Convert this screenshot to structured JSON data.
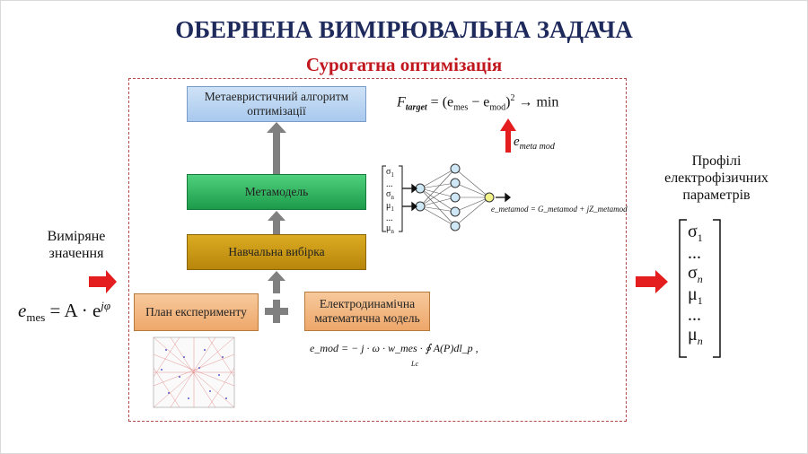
{
  "title": "ОБЕРНЕНА ВИМІРЮВАЛЬНА ЗАДАЧА",
  "subtitle": "Сурогатна оптимізація",
  "boxes": {
    "meta_algorithm": [
      "Метаевристичний алгоритм",
      "оптимізації"
    ],
    "metamodel": "Метамодель",
    "training_set": "Навчальна вибірка",
    "experiment_plan": "План експерименту",
    "electrodynamic_model": [
      "Електродинамічна",
      "математична модель"
    ]
  },
  "measured": {
    "label_lines": [
      "Виміряне",
      "значення"
    ],
    "formula_lhs": "e",
    "formula_lhs_sub": "mes",
    "formula_rhs": "= A · e",
    "formula_rhs_sup": "jφ"
  },
  "output": {
    "label_lines": [
      "Профілі",
      "електрофізичних",
      "параметрів"
    ],
    "matrix": [
      "σ",
      "...",
      "σ",
      "μ",
      "...",
      "μ"
    ],
    "matrix_subs": [
      "1",
      "",
      "n",
      "1",
      "",
      "n"
    ]
  },
  "target_formula": {
    "F": "F",
    "F_sub": "target",
    "body": "= (e",
    "mes_sub": "mes",
    "minus": "− e",
    "mod_sub": "mod",
    "close": ")",
    "sq": "2",
    "arrow_min": "→ min"
  },
  "emeta_label": {
    "e": "e",
    "sub": "meta mod"
  },
  "nn_inputs": [
    "σ",
    "...",
    "σ",
    "μ",
    "...",
    "μ"
  ],
  "nn_input_subs": [
    "1",
    "",
    "n",
    "1",
    "",
    "n"
  ],
  "nn_output_formula": "e_metamod = G_metamod + jZ_metamod",
  "emod_formula": "e_mod = − j · ω · w_mes · ∮ A(P)dl_p ,",
  "emod_contour": "Lc",
  "colors": {
    "title": "#1f2a5c",
    "subtitle": "#c0181e",
    "red_arrow": "#e41e1e",
    "gray_arrow": "#808080",
    "nn_node": "#cfe8f5",
    "nn_output_node": "#f2f28a"
  },
  "icons": [
    "plus-icon",
    "right-arrow-icon",
    "up-arrow-icon"
  ]
}
